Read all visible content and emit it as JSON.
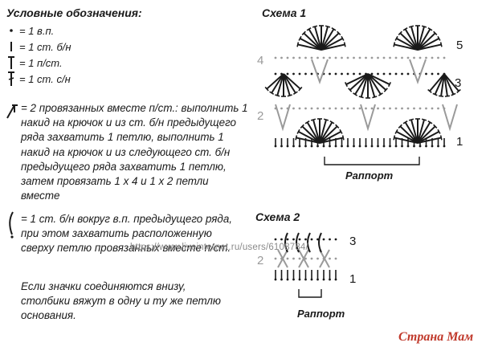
{
  "legend": {
    "title": "Условные обозначения:",
    "symbols": [
      {
        "icon": "chain-stitch-dot",
        "text": "= 1 в.п."
      },
      {
        "icon": "single-crochet-bar",
        "text": "= 1 ст. б/н"
      },
      {
        "icon": "half-double-crochet-t",
        "text": "= 1 п/ст."
      },
      {
        "icon": "double-crochet-cross",
        "text": "= 1 ст. с/н"
      }
    ],
    "decrease_text": "= 2 провязанных вместе п/ст.: выполнить 1 накид на крючок и из ст. б/н предыдущего ряда захватить 1 петлю, выполнить 1 накид на крючок и из следующего ст. б/н предыдущего ряда захватить 1 петлю, затем провязать 1 х 4 и 1 х 2 петли вместе",
    "around_chain_text": "= 1 ст. б/н вокруг в.п. предыдущего ряда, при этом захватить расположенную сверху петлю провязанных вместе п/ст.",
    "note_text": "Если значки соединяются внизу, столбики вяжут в одну и ту же петлю основания."
  },
  "scheme1": {
    "title": "Схема 1",
    "row_labels": [
      "1",
      "2",
      "3",
      "4",
      "5"
    ],
    "repeat_label": "Раппорт"
  },
  "scheme2": {
    "title": "Схема 2",
    "row_labels": [
      "1",
      "2",
      "3"
    ],
    "repeat_label": "Раппорт"
  },
  "watermark": "https://www.liveinternet.ru/users/6108784/",
  "logo": "Страна Мам",
  "colors": {
    "ink": "#1a1a1a",
    "grey_stitch": "#9a9a9a",
    "logo": "#c0392b"
  }
}
